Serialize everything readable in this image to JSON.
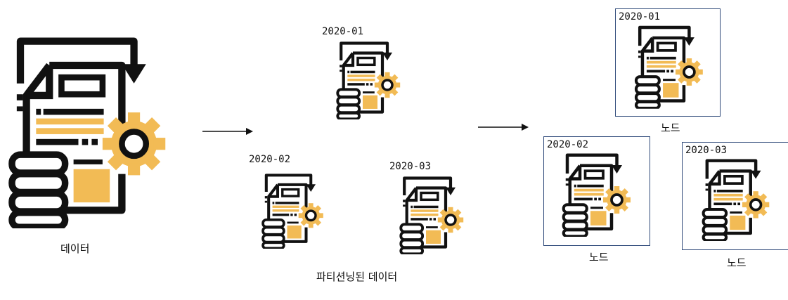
{
  "colors": {
    "outline": "#111111",
    "accent": "#F2BB55",
    "box_border": "#2f4a7a"
  },
  "source": {
    "label": "데이터",
    "icon": "data-processing-icon"
  },
  "partitioned": {
    "label": "파티션닝된 데이터",
    "partitions": [
      {
        "label": "2020-01",
        "icon": "data-processing-icon"
      },
      {
        "label": "2020-02",
        "icon": "data-processing-icon"
      },
      {
        "label": "2020-03",
        "icon": "data-processing-icon"
      }
    ]
  },
  "nodes": [
    {
      "partition": "2020-01",
      "label": "노드",
      "icon": "data-processing-icon"
    },
    {
      "partition": "2020-02",
      "label": "노드",
      "icon": "data-processing-icon"
    },
    {
      "partition": "2020-03",
      "label": "노드",
      "icon": "data-processing-icon"
    }
  ]
}
